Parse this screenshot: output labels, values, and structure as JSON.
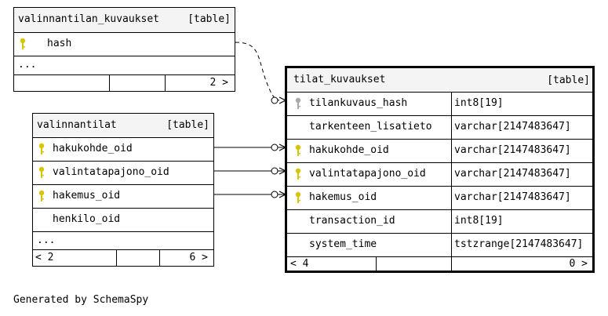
{
  "colors": {
    "primary_key": "#d9c400",
    "foreign_key": "#a8a8a8",
    "header_bg": "#f4f4f4"
  },
  "tables": {
    "valinnantilan_kuvaukset": {
      "name": "valinnantilan_kuvaukset",
      "kind": "[table]",
      "columns": [
        {
          "name": "hash",
          "key": "primary"
        }
      ],
      "more": "...",
      "footer": {
        "left": "",
        "mid": "",
        "right": "2 >"
      }
    },
    "valinnantilat": {
      "name": "valinnantilat",
      "kind": "[table]",
      "columns": [
        {
          "name": "hakukohde_oid",
          "key": "primary"
        },
        {
          "name": "valintatapajono_oid",
          "key": "primary"
        },
        {
          "name": "hakemus_oid",
          "key": "primary"
        },
        {
          "name": "henkilo_oid",
          "key": ""
        }
      ],
      "more": "...",
      "footer": {
        "left": "< 2",
        "mid": "",
        "right": "6 >"
      }
    },
    "tilat_kuvaukset": {
      "name": "tilat_kuvaukset",
      "kind": "[table]",
      "columns": [
        {
          "name": "tilankuvaus_hash",
          "type": "int8[19]",
          "key": "foreign"
        },
        {
          "name": "tarkenteen_lisatieto",
          "type": "varchar[2147483647]",
          "key": ""
        },
        {
          "name": "hakukohde_oid",
          "type": "varchar[2147483647]",
          "key": "primary"
        },
        {
          "name": "valintatapajono_oid",
          "type": "varchar[2147483647]",
          "key": "primary"
        },
        {
          "name": "hakemus_oid",
          "type": "varchar[2147483647]",
          "key": "primary"
        },
        {
          "name": "transaction_id",
          "type": "int8[19]",
          "key": ""
        },
        {
          "name": "system_time",
          "type": "tstzrange[2147483647]",
          "key": ""
        }
      ],
      "footer": {
        "left": "< 4",
        "mid": "",
        "right": "0 >"
      }
    }
  },
  "footer_text": "Generated by SchemaSpy"
}
